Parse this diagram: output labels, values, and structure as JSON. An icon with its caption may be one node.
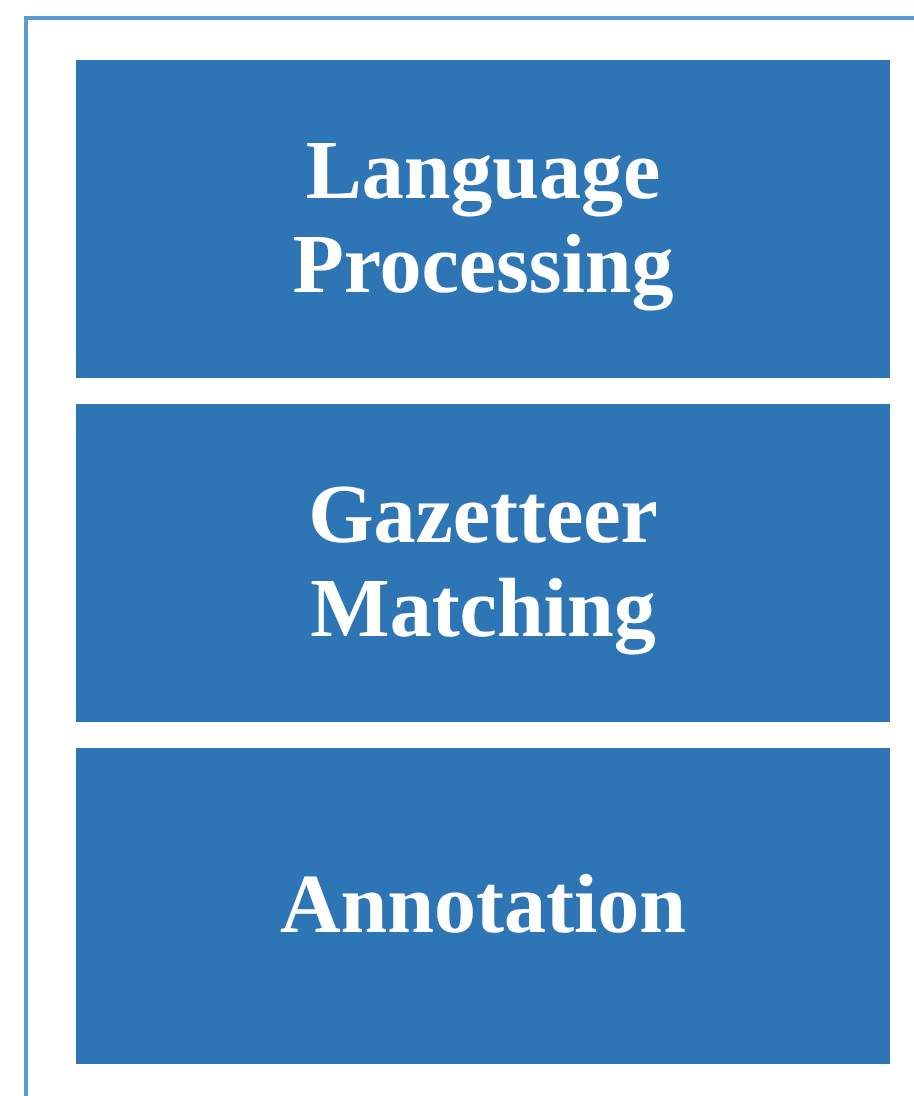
{
  "diagram": {
    "nodes": [
      {
        "text": [],
        "shape": "box"
      },
      {
        "text": [
          "Language Processing"
        ],
        "in": 0
      },
      {
        "text": [
          "Gazetteer Matching"
        ],
        "in": 0
      },
      {
        "text": [
          "Annotation"
        ],
        "in": 0
      }
    ]
  }
}
